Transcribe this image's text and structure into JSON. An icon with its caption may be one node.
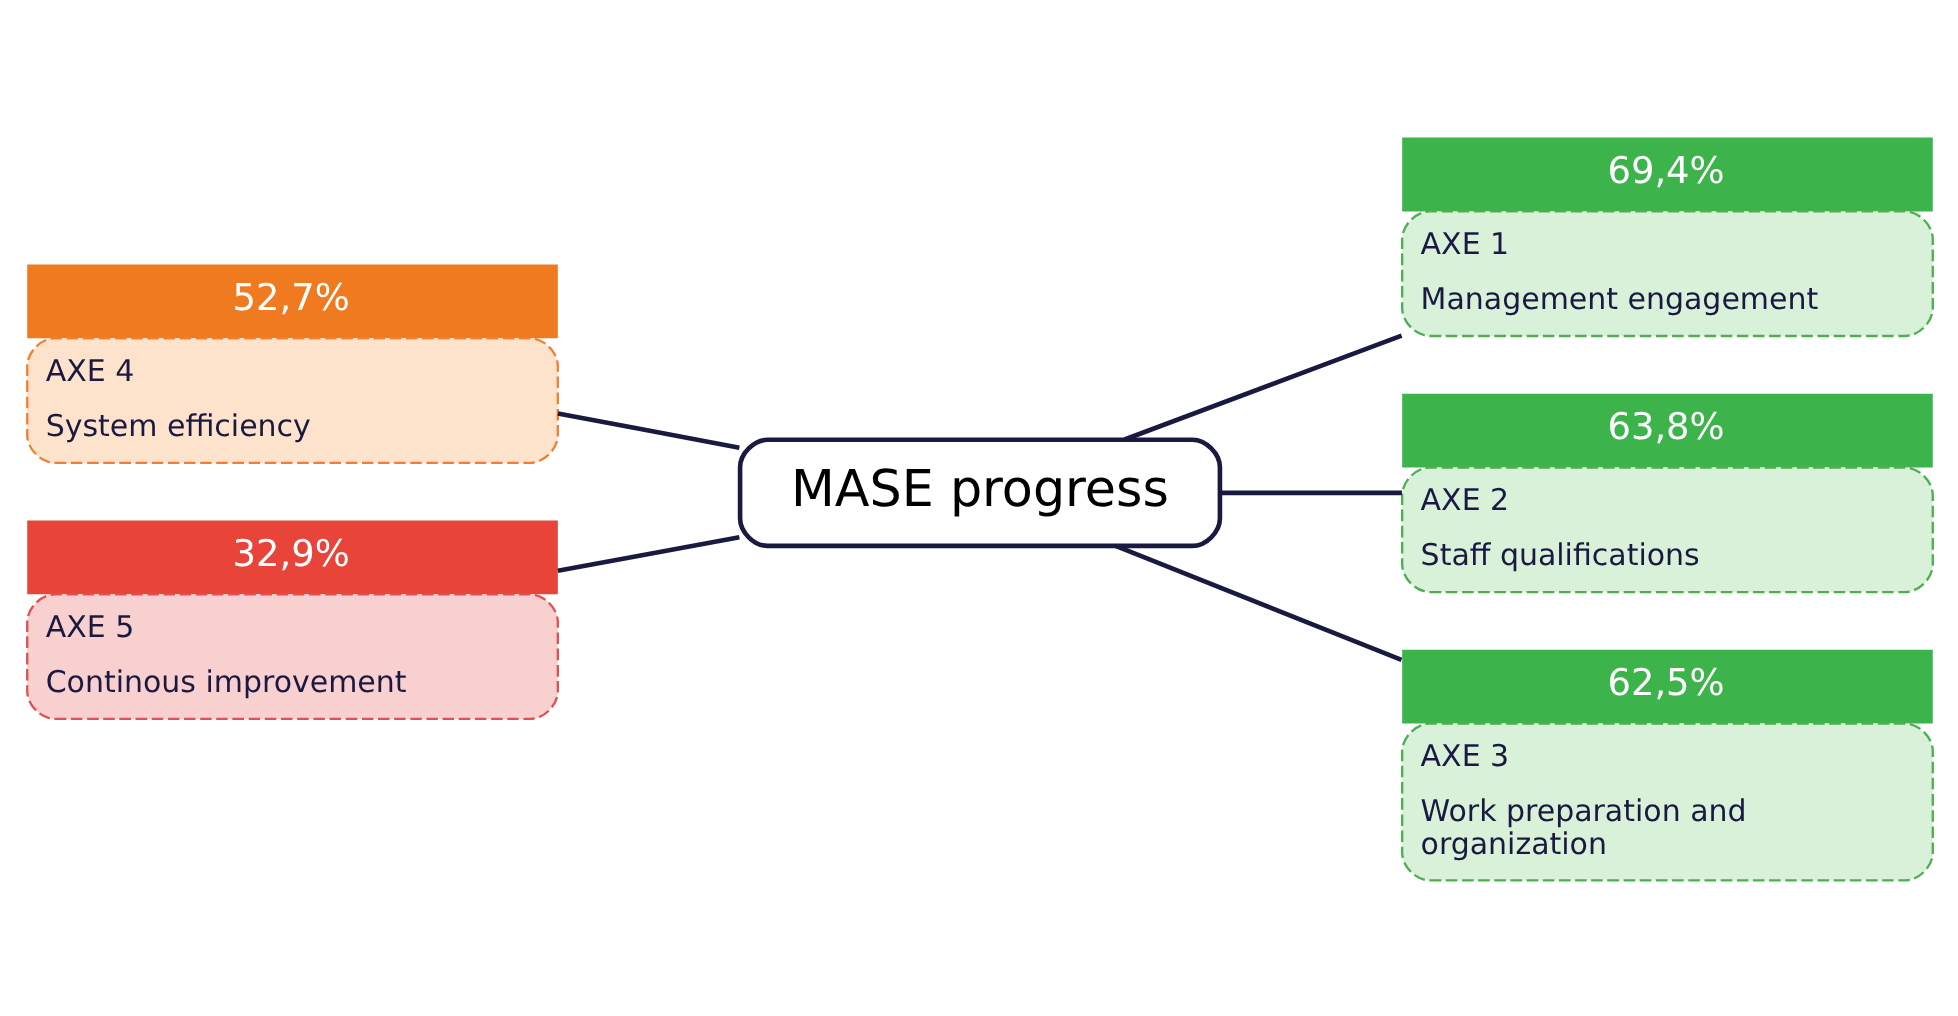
{
  "diagram": {
    "nodes": [
      {
        "text": [
          "MASE progress"
        ]
      },
      {
        "text": [
          "69,4%",
          "AXE 1",
          "Management engagement"
        ]
      },
      {
        "text": [
          "63,8%",
          "AXE 2",
          "Staff qualifications"
        ]
      },
      {
        "text": [
          "62,5%",
          "AXE 3",
          "Work preparation and organization"
        ]
      },
      {
        "text": [
          "52,7%",
          "AXE 4",
          "System efficiency"
        ]
      },
      {
        "text": [
          "32,9%",
          "AXE 5",
          "Continous improvement"
        ]
      }
    ],
    "edges": [
      {
        "from": 0,
        "to": 1,
        "arrow": "none"
      },
      {
        "from": 0,
        "to": 2,
        "arrow": "none"
      },
      {
        "from": 0,
        "to": 3,
        "arrow": "none"
      },
      {
        "from": 0,
        "to": 4,
        "arrow": "none"
      },
      {
        "from": 0,
        "to": 5,
        "arrow": "none"
      }
    ]
  }
}
